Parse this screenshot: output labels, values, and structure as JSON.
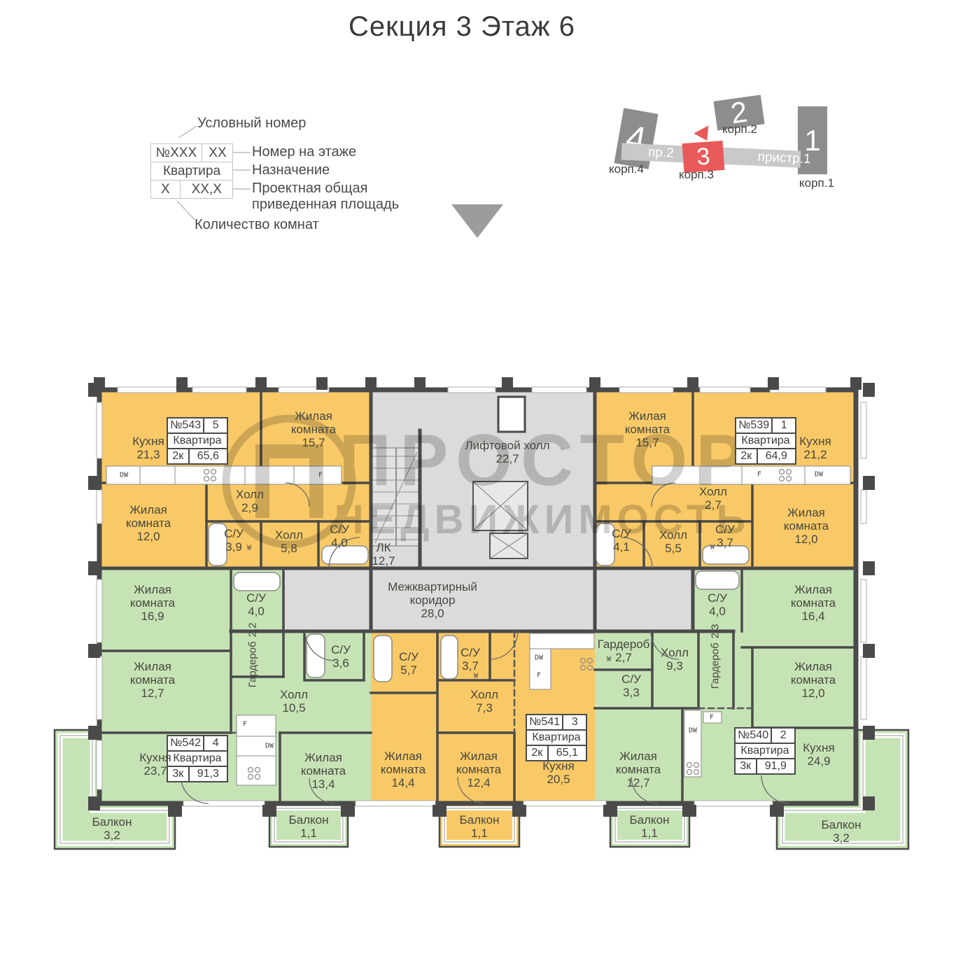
{
  "title": "Секция 3 Этаж 6",
  "legend": {
    "callout_top": "Условный номер",
    "box": {
      "row1_left": "№XXX",
      "row1_right": "XX",
      "row2": "Квартира",
      "row3_left": "X",
      "row3_right": "XX,X"
    },
    "label_number": "Номер на этаже",
    "label_purpose": "Назначение",
    "label_area": "Проектная общая приведенная площадь",
    "callout_bottom": "Количество комнат"
  },
  "scheme": {
    "buildings": [
      {
        "num": "4",
        "label": "корп.4"
      },
      {
        "num": "2",
        "label": "корп.2"
      },
      {
        "num": "3",
        "label": "корп.3"
      },
      {
        "num": "1",
        "label": "корп.1"
      }
    ],
    "band_left": "пр.2",
    "band_right": "пристр.1"
  },
  "watermark": {
    "glyph": "П",
    "brand": "ПРОСТОР",
    "sub": "НЕДВИЖИМОСТЬ"
  },
  "plan": {
    "info_label": "Квартира",
    "appliances": {
      "dw": "DW",
      "f": "F",
      "w": "W"
    },
    "common": [
      {
        "name": "Лифтовой холл",
        "area": "22,7"
      },
      {
        "name": "ЛК",
        "area": "12,7"
      },
      {
        "name": "Межквартирный коридор",
        "area": "28,0"
      }
    ],
    "apartments": [
      {
        "number": "№543",
        "floor_pos": "5",
        "rooms_count": "2к",
        "total_area": "65,6",
        "rooms": [
          {
            "name": "Кухня",
            "area": "21,3"
          },
          {
            "name": "Жилая комната",
            "area": "15,7"
          },
          {
            "name": "Жилая комната",
            "area": "12,0"
          },
          {
            "name": "Холл",
            "area": "2,9"
          },
          {
            "name": "Холл",
            "area": "5,8"
          },
          {
            "name": "С/У",
            "area": "3,9"
          },
          {
            "name": "С/У",
            "area": "4,0"
          }
        ]
      },
      {
        "number": "№539",
        "floor_pos": "1",
        "rooms_count": "2к",
        "total_area": "64,9",
        "rooms": [
          {
            "name": "Жилая комната",
            "area": "15,7"
          },
          {
            "name": "Кухня",
            "area": "21,2"
          },
          {
            "name": "Холл",
            "area": "2,7"
          },
          {
            "name": "Холл",
            "area": "5,5"
          },
          {
            "name": "С/У",
            "area": "4,1"
          },
          {
            "name": "С/У",
            "area": "3,7"
          },
          {
            "name": "Жилая комната",
            "area": "12,0"
          }
        ]
      },
      {
        "number": "№542",
        "floor_pos": "4",
        "rooms_count": "3к",
        "total_area": "91,3",
        "rooms": [
          {
            "name": "Жилая комната",
            "area": "16,9"
          },
          {
            "name": "Жилая комната",
            "area": "12,7"
          },
          {
            "name": "Кухня",
            "area": "23,7"
          },
          {
            "name": "С/У",
            "area": "4,0"
          },
          {
            "name": "Гарде­роб",
            "area": "2,2"
          },
          {
            "name": "Холл",
            "area": "10,5"
          },
          {
            "name": "С/У",
            "area": "3,6"
          },
          {
            "name": "Жилая комната",
            "area": "13,4"
          },
          {
            "name": "Балкон",
            "area": "3,2"
          },
          {
            "name": "Балкон",
            "area": "1,1"
          }
        ]
      },
      {
        "number": "№541",
        "floor_pos": "3",
        "rooms_count": "2к",
        "total_area": "65,1",
        "rooms": [
          {
            "name": "С/У",
            "area": "5,7"
          },
          {
            "name": "С/У",
            "area": "3,7"
          },
          {
            "name": "Холл",
            "area": "7,3"
          },
          {
            "name": "Жилая комната",
            "area": "14,4"
          },
          {
            "name": "Жилая комната",
            "area": "12,4"
          },
          {
            "name": "Кухня",
            "area": "20,5"
          },
          {
            "name": "Балкон",
            "area": "1,1"
          }
        ]
      },
      {
        "number": "№540",
        "floor_pos": "2",
        "rooms_count": "3к",
        "total_area": "91,9",
        "rooms": [
          {
            "name": "Гардероб",
            "area": "2,7"
          },
          {
            "name": "С/У",
            "area": "3,3"
          },
          {
            "name": "Холл",
            "area": "9,3"
          },
          {
            "name": "Гарде­роб",
            "area": "2,3"
          },
          {
            "name": "С/У",
            "area": "4,0"
          },
          {
            "name": "Жилая комната",
            "area": "16,4"
          },
          {
            "name": "Жилая комната",
            "area": "12,0"
          },
          {
            "name": "Жилая комната",
            "area": "12,7"
          },
          {
            "name": "Кухня",
            "area": "24,9"
          },
          {
            "name": "Балкон",
            "area": "1,1"
          },
          {
            "name": "Балкон",
            "area": "3,2"
          }
        ]
      }
    ]
  },
  "colors": {
    "apartment_orange": "#F8C966",
    "apartment_green": "#C6E3B5",
    "common_gray": "#DBDBDB",
    "wall": "#4A4A4A",
    "accent_red": "#E95A5A",
    "scheme_gray": "#8D8D8D"
  }
}
